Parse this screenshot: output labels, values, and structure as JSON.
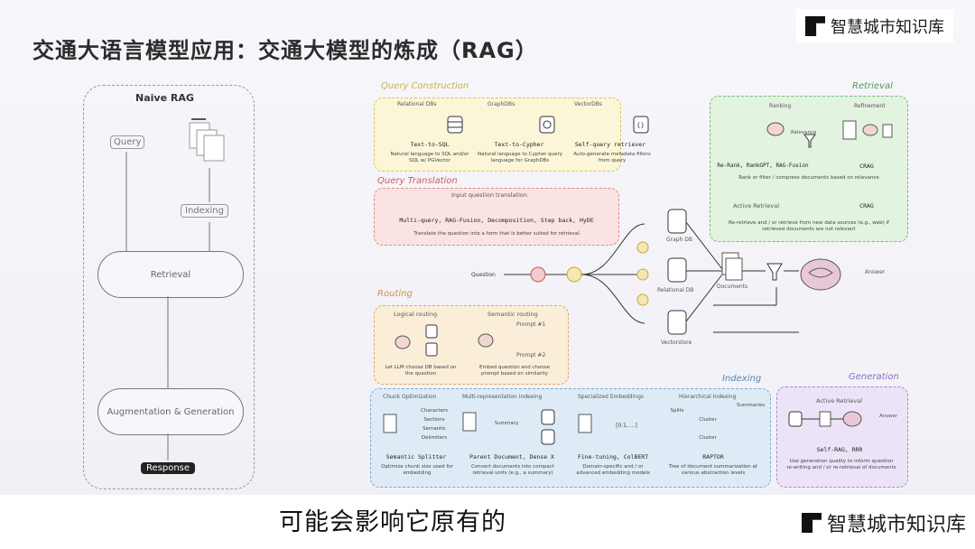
{
  "slide": {
    "title": "交通大语言模型应用：交通大模型的炼成（RAG）"
  },
  "logo": {
    "text": "智慧城市知识库"
  },
  "subtitle": "可能会影响它原有的",
  "naive_rag": {
    "title": "Naive RAG",
    "query": "Query",
    "indexing": "Indexing",
    "retrieval": "Retrieval",
    "augmentation": "Augmentation & Generation",
    "response": "Response"
  },
  "advanced": {
    "query_construction": {
      "label": "Query Construction",
      "items": [
        {
          "db": "Relational DBs",
          "method": "Text-to-SQL",
          "desc": "Natural language to SQL and/or SQL w/ PGVector"
        },
        {
          "db": "GraphDBs",
          "method": "Text-to-Cypher",
          "desc": "Natural language to Cypher query language for GraphDBs"
        },
        {
          "db": "VectorDBs",
          "method": "Self-query retriever",
          "desc": "Auto-generate metadata filters from query"
        }
      ]
    },
    "query_translation": {
      "label": "Query Translation",
      "heading": "Input question translation",
      "methods": "Multi-query, RAG-Fusion, Decomposition, Step back, HyDE",
      "desc": "Translate the question into a form that is better suited for retrieval"
    },
    "routing": {
      "label": "Routing",
      "logical": "Logical routing",
      "logical_desc": "Let LLM choose DB based on the question",
      "semantic": "Semantic routing",
      "prompt1": "Prompt #1",
      "prompt2": "Prompt #2",
      "semantic_desc": "Embed question and choose prompt based on similarity"
    },
    "center": {
      "question": "Question",
      "graph_db": "Graph DB",
      "relational_db": "Relational DB",
      "vectorstore": "Vectorstore",
      "documents": "Documents",
      "answer": "Answer"
    },
    "retrieval": {
      "label": "Retrieval",
      "ranking": "Ranking",
      "refinement": "Refinement",
      "relevance": "Relevance",
      "methods": "Re-Rank, RankGPT, RAG-Fusion",
      "crag": "CRAG",
      "desc": "Rank or filter / compress documents based on relevance",
      "active": "Active Retrieval",
      "active_crag": "CRAG",
      "active_desc": "Re-retrieve and / or retrieve from new data sources (e.g., web) if retrieved documents are not relevant"
    },
    "indexing": {
      "label": "Indexing",
      "chunk": "Chunk Optimization",
      "chunk_items": [
        "Characters",
        "Sections",
        "Semantic",
        "Delimiters"
      ],
      "chunk_method": "Semantic Splitter",
      "chunk_desc": "Optimize chunk size used for embedding",
      "multi": "Multi-representation indexing",
      "summary": "Summary",
      "multi_method": "Parent Document, Dense X",
      "multi_desc": "Convert documents into compact retrieval units (e.g., a summary)",
      "embed": "Specialized Embeddings",
      "embed_vec": "[0.1, ...]",
      "embed_method": "Fine-tuning, ColBERT",
      "embed_desc": "Domain-specific and / or advanced embedding models",
      "hier": "Hierarchical Indexing",
      "splits": "Splits",
      "summaries": "Summaries",
      "cluster1": "Cluster",
      "cluster2": "Cluster",
      "hier_method": "RAPTOR",
      "hier_desc": "Tree of document summarization at various abstraction levels"
    },
    "generation": {
      "label": "Generation",
      "active": "Active Retrieval",
      "answer": "Answer",
      "methods": "Self-RAG, RRR",
      "desc": "Use generation quality to inform question re-writing and / or re-retrieval of documents"
    }
  }
}
